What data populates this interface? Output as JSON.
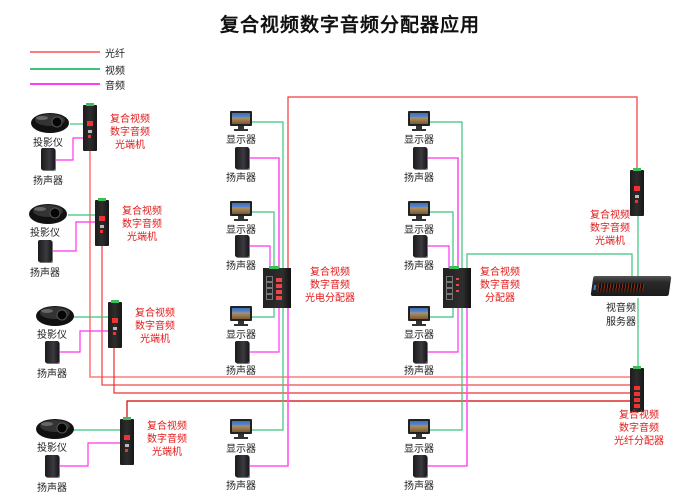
{
  "title": "复合视频数字音频分配器应用",
  "legend": [
    {
      "label": "光纤",
      "color": "#ff7b7b"
    },
    {
      "label": "视频",
      "color": "#3cc47c"
    },
    {
      "label": "音频",
      "color": "#ff3df5"
    }
  ],
  "colors": {
    "fiber": "#f03a3a",
    "fiber_light": "#ff7b7b",
    "fiber_dark": "#d00000",
    "video": "#3cc47c",
    "audio": "#ff55ee",
    "device_label": "#e21b1b"
  },
  "left_nodes": [
    {
      "projector_label": "投影仪",
      "speaker_label": "扬声器",
      "converter_label": [
        "复合视频",
        "数字音频",
        "光端机"
      ]
    },
    {
      "projector_label": "投影仪",
      "speaker_label": "扬声器",
      "converter_label": [
        "复合视频",
        "数字音频",
        "光端机"
      ]
    },
    {
      "projector_label": "投影仪",
      "speaker_label": "扬声器",
      "converter_label": [
        "复合视频",
        "数字音频",
        "光端机"
      ]
    },
    {
      "projector_label": "投影仪",
      "speaker_label": "扬声器",
      "converter_label": [
        "复合视频",
        "数字音频",
        "光端机"
      ]
    }
  ],
  "middle_group_1": {
    "displays": [
      "显示器",
      "显示器",
      "显示器",
      "显示器"
    ],
    "speakers": [
      "扬声器",
      "扬声器",
      "扬声器",
      "扬声器"
    ],
    "distributor_label": [
      "复合视频",
      "数字音频",
      "光电分配器"
    ]
  },
  "middle_group_2": {
    "displays": [
      "显示器",
      "显示器",
      "显示器",
      "显示器"
    ],
    "speakers": [
      "扬声器",
      "扬声器",
      "扬声器",
      "扬声器"
    ],
    "distributor_label": [
      "复合视频",
      "数字音频",
      "分配器"
    ]
  },
  "right": {
    "converter_label": [
      "复合视频",
      "数字音频",
      "光端机"
    ],
    "server_label": [
      "视音频",
      "服务器"
    ],
    "fiber_distributor_label": [
      "复合视频",
      "数字音频",
      "光纤分配器"
    ]
  }
}
